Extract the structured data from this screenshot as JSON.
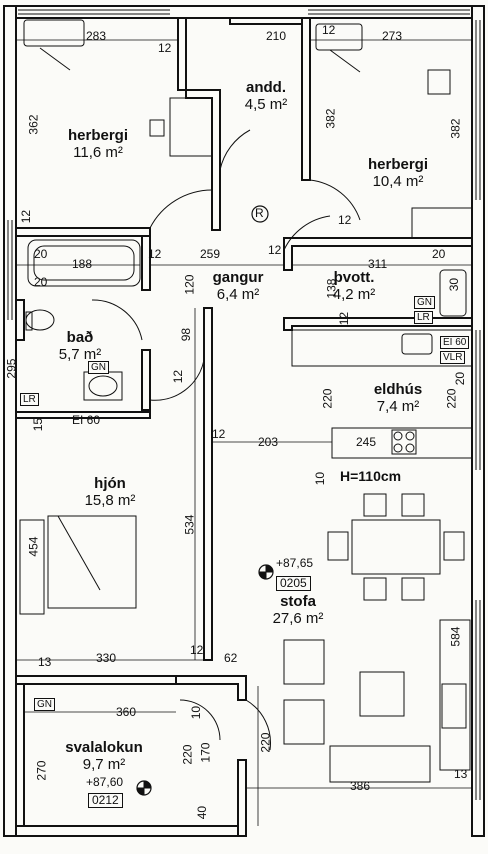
{
  "rooms": {
    "herbergi1": {
      "name": "herbergi",
      "area": "11,6 m²"
    },
    "andd": {
      "name": "andd.",
      "area": "4,5 m²"
    },
    "herbergi2": {
      "name": "herbergi",
      "area": "10,4 m²"
    },
    "gangur": {
      "name": "gangur",
      "area": "6,4 m²"
    },
    "thvott": {
      "name": "þvott.",
      "area": "4,2 m²"
    },
    "bad": {
      "name": "bað",
      "area": "5,7 m²"
    },
    "eldhus": {
      "name": "eldhús",
      "area": "7,4 m²"
    },
    "hjon": {
      "name": "hjón",
      "area": "15,8 m²"
    },
    "stofa": {
      "name": "stofa",
      "area": "27,6 m²"
    },
    "svalalokun": {
      "name": "svalalokun",
      "area": "9,7 m²"
    }
  },
  "dimensions": {
    "d283": "283",
    "d12a": "12",
    "d210": "210",
    "d12b": "12",
    "d273": "273",
    "d362": "362",
    "d382a": "382",
    "d382b": "382",
    "d12c": "12",
    "d12d": "12",
    "d12e": "12",
    "d12f": "12",
    "d20a": "20",
    "d188": "188",
    "d259": "259",
    "d311": "311",
    "d20b": "20",
    "d30": "30",
    "d20c": "20",
    "d120": "120",
    "d138": "138",
    "d12g": "12",
    "d98": "98",
    "d295": "295",
    "d12h": "12",
    "d20d": "20",
    "d220a": "220",
    "d220b": "220",
    "d15": "15",
    "d12i": "12",
    "d203": "203",
    "d245": "245",
    "d10a": "10",
    "d454": "454",
    "d534": "534",
    "d584": "584",
    "d13a": "13",
    "d330": "330",
    "d12j": "12",
    "d62": "62",
    "d360": "360",
    "d10b": "10",
    "d220c": "220",
    "d170": "170",
    "d220d": "220",
    "d270": "270",
    "d386": "386",
    "d13b": "13",
    "d40": "40"
  },
  "labels": {
    "gn1": "GN",
    "gn2": "GN",
    "gn3": "GN",
    "lr1": "LR",
    "lr2": "LR",
    "ei60a": "EI 60",
    "ei60b": "EI 60",
    "vlr": "VLR",
    "h110": "H=110cm",
    "r": "R",
    "level1": "+87,65",
    "code1": "0205",
    "level2": "+87,60",
    "code2": "0212"
  }
}
